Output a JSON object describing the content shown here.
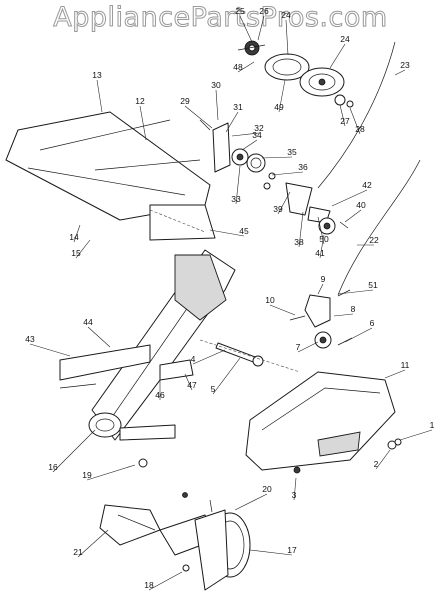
{
  "watermark": {
    "text": "AppliancePartsPros.com"
  },
  "callouts": [
    "25",
    "26",
    "24",
    "23",
    "48",
    "24",
    "49",
    "27",
    "28",
    "13",
    "12",
    "29",
    "30",
    "31",
    "32",
    "34",
    "33",
    "35",
    "36",
    "42",
    "39",
    "38",
    "50",
    "40",
    "41",
    "14",
    "15",
    "45",
    "22",
    "9",
    "51",
    "10",
    "8",
    "6",
    "7",
    "44",
    "43",
    "4",
    "5",
    "11",
    "47",
    "46",
    "1",
    "2",
    "16",
    "3",
    "19",
    "20",
    "21",
    "17",
    "18"
  ]
}
